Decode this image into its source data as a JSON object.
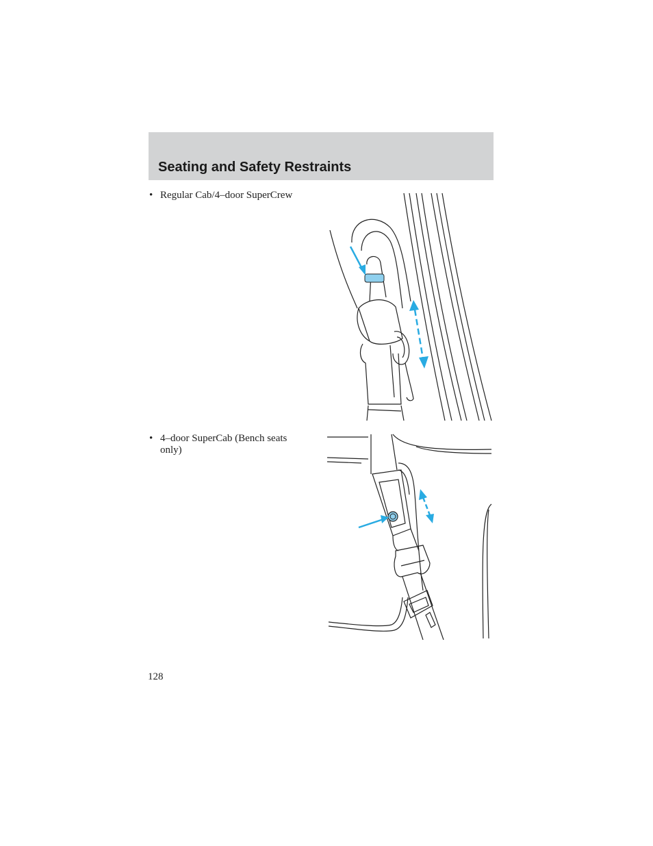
{
  "header": {
    "title": "Seating and Safety Restraints"
  },
  "bullets": [
    {
      "marker": "•",
      "text": "Regular Cab/4–door SuperCrew"
    },
    {
      "marker": "•",
      "text": "4–door SuperCab (Bench seats only)"
    }
  ],
  "illustrations": [
    {
      "name": "regular-cab-belt-adjuster",
      "accent_color": "#29abe2",
      "button_color": "#8fd0ee"
    },
    {
      "name": "supercab-belt-adjuster",
      "accent_color": "#29abe2",
      "button_color": "#8fd0ee"
    }
  ],
  "footer": {
    "page_number": "128"
  }
}
